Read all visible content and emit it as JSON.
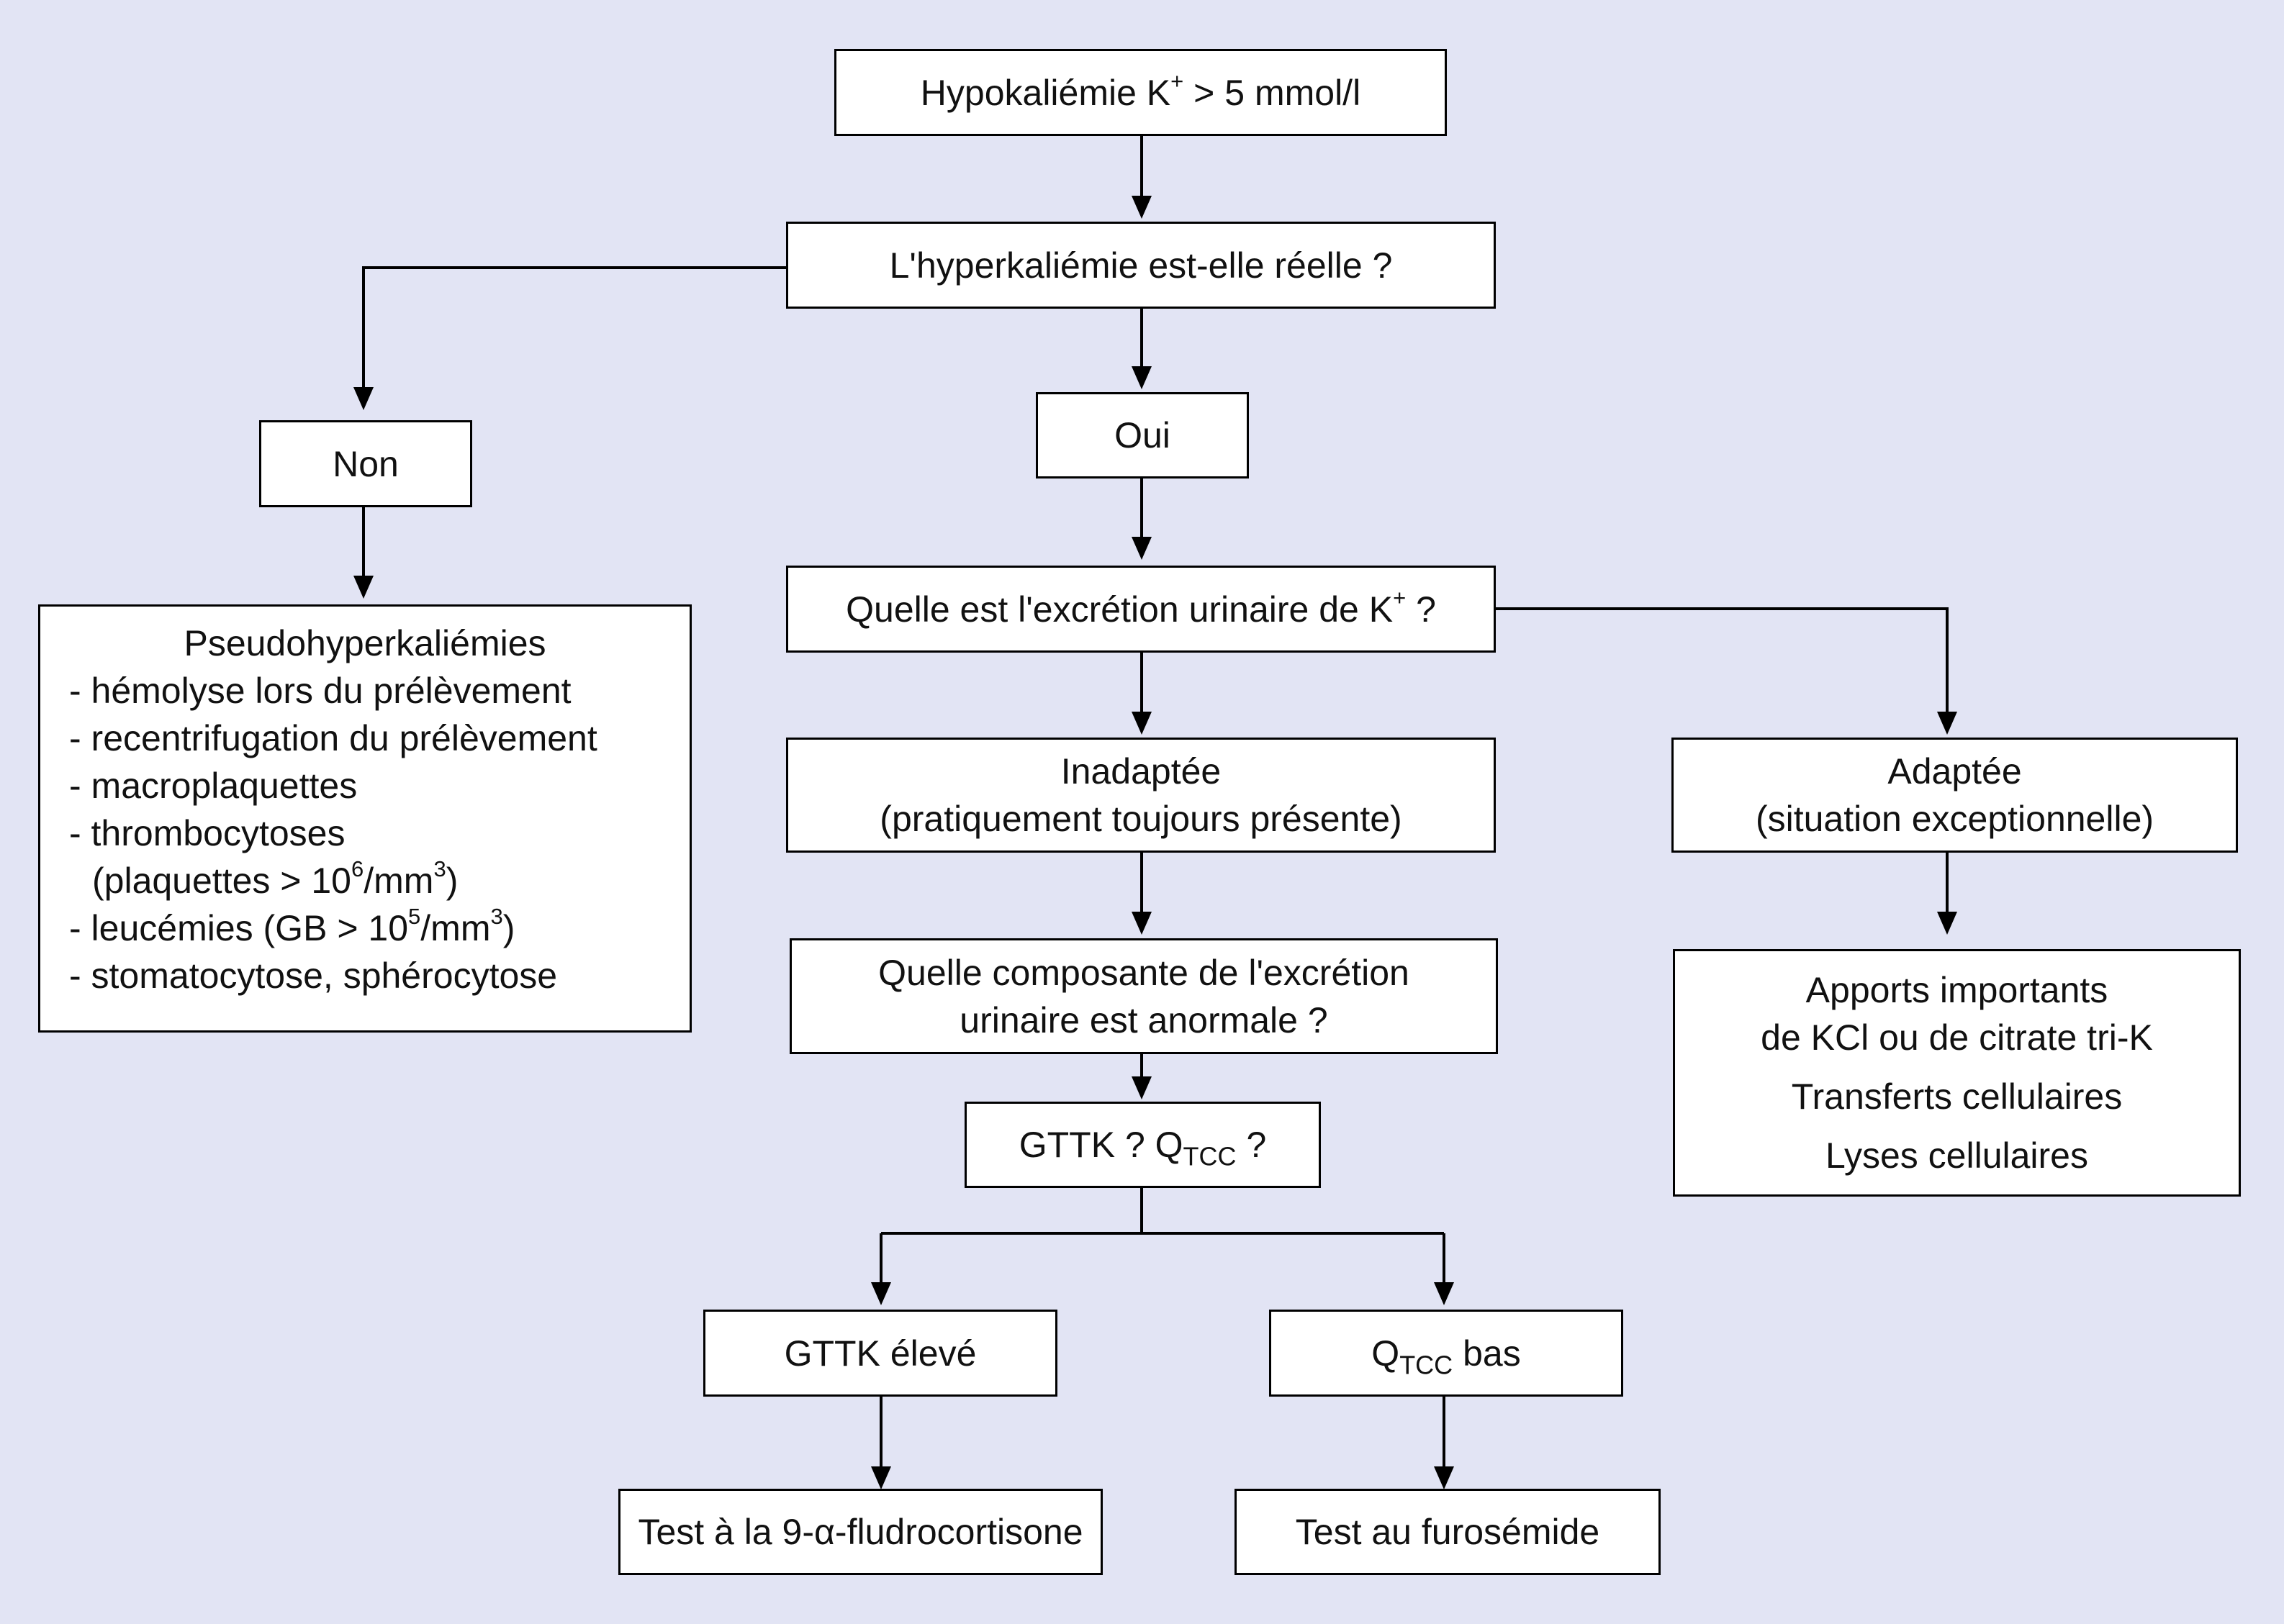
{
  "nodes": {
    "start": {
      "text": "Hypokaliémie K",
      "sup": "+",
      "rest": " > 5 mmol/l"
    },
    "real_question": {
      "text": "L'hyperkaliémie est-elle réelle ?"
    },
    "no": {
      "text": "Non"
    },
    "yes": {
      "text": "Oui"
    },
    "pseudo": {
      "title": "Pseudohyperkaliémies",
      "items": [
        {
          "text": "- hémolyse lors du prélèvement"
        },
        {
          "text": "- recentrifugation du prélèvement"
        },
        {
          "text": "- macroplaquettes"
        },
        {
          "text": "- thrombocytoses"
        },
        {
          "pre": "(plaquettes > 10",
          "sup": "6",
          "mid": "/mm",
          "sup2": "3",
          "post": ")"
        },
        {
          "pre": "- leucémies (GB > 10",
          "sup": "5",
          "mid": "/mm",
          "sup2": "3",
          "post": ")"
        },
        {
          "text": "- stomatocytose, sphérocytose"
        }
      ]
    },
    "excretion_question": {
      "text": "Quelle est l'excrétion urinaire de K",
      "sup": "+",
      "rest": " ?"
    },
    "inadapted": {
      "line1": "Inadaptée",
      "line2": "(pratiquement toujours présente)"
    },
    "adapted": {
      "line1": "Adaptée",
      "line2": "(situation exceptionnelle)"
    },
    "component_question": {
      "line1": "Quelle composante de l'excrétion",
      "line2": "urinaire est anormale ?"
    },
    "gttk_qtcc": {
      "text": "GTTK ? Q",
      "sub": "TCC",
      "rest": " ?"
    },
    "causes": {
      "line1": "Apports importants",
      "line2": "de KCl ou de citrate tri-K",
      "line3": "Transferts cellulaires",
      "line4": "Lyses cellulaires"
    },
    "gttk_high": {
      "text": "GTTK élevé"
    },
    "qtcc_low": {
      "text": "Q",
      "sub": "TCC",
      "rest": " bas"
    },
    "fludro_test": {
      "pre": "Test à la 9-",
      "alpha": "α",
      "post": "-fludrocortisone"
    },
    "furo_test": {
      "text": "Test au furosémide"
    }
  }
}
